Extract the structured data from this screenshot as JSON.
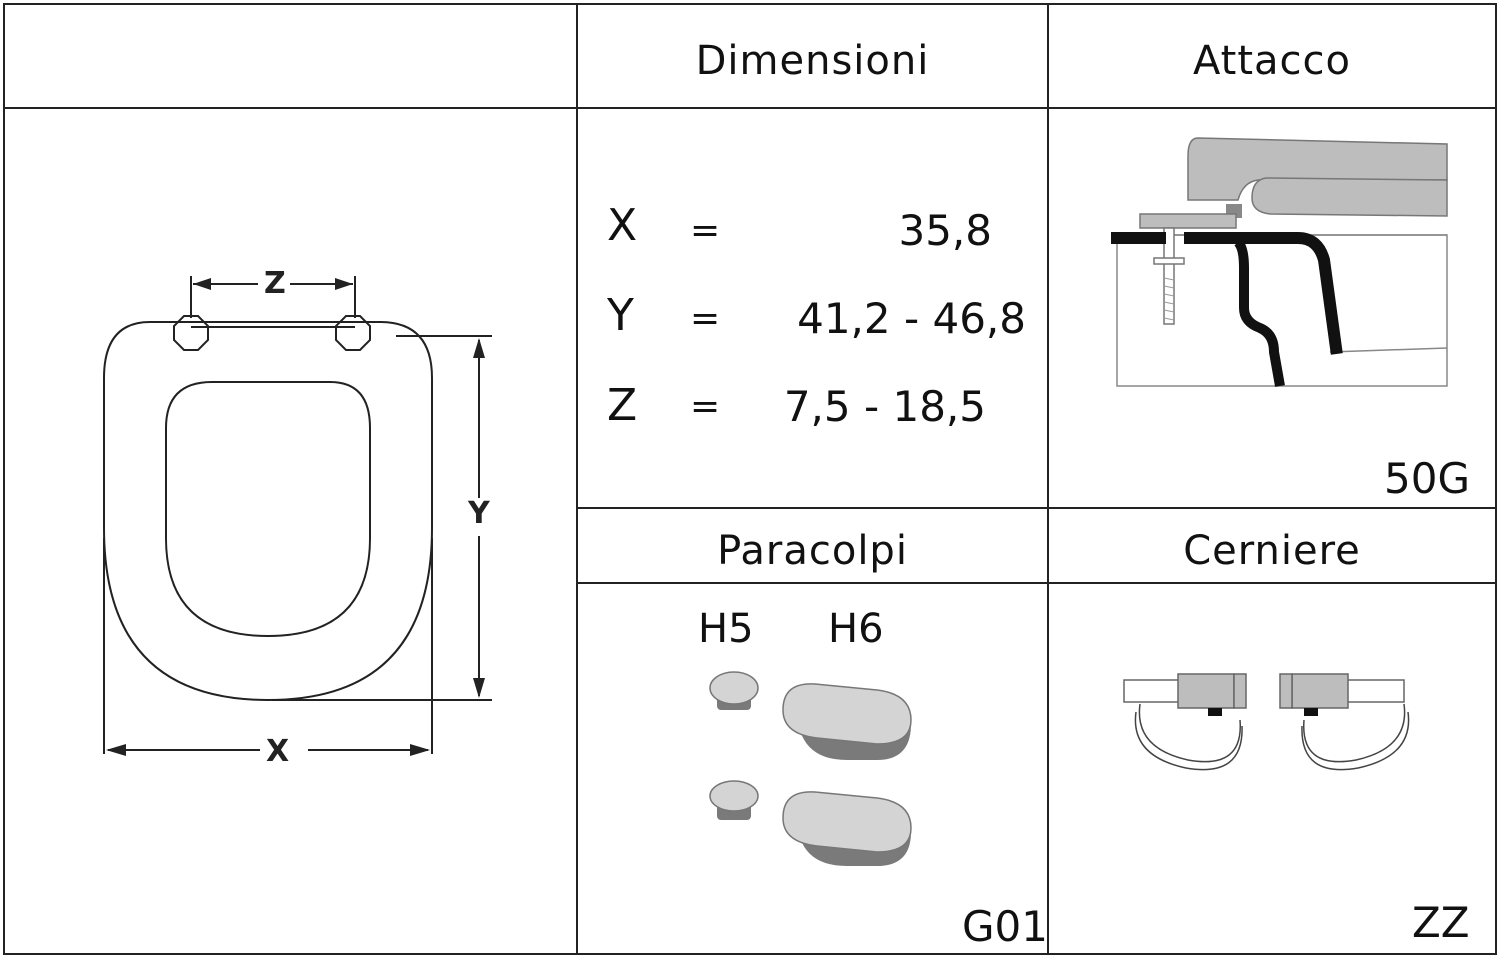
{
  "headers": {
    "dimensions": "Dimensioni",
    "attachment": "Attacco",
    "bumpers": "Paracolpi",
    "hinges": "Cerniere"
  },
  "drawing_labels": {
    "x": "X",
    "y": "Y",
    "z": "Z"
  },
  "dimensions": [
    {
      "letter": "X",
      "eq": "=",
      "value": "35,8"
    },
    {
      "letter": "Y",
      "eq": "=",
      "value": "41,2 - 46,8"
    },
    {
      "letter": "Z",
      "eq": "=",
      "value": "7,5 - 18,5"
    }
  ],
  "attachment_code": "50G",
  "bumpers": {
    "h5": "H5",
    "h6": "H6",
    "code": "G01"
  },
  "hinges_code": "ZZ",
  "colors": {
    "line": "#222222",
    "part_fill": "#bdbdbd",
    "part_dark": "#7a7a7a",
    "part_light": "#d4d4d4"
  }
}
